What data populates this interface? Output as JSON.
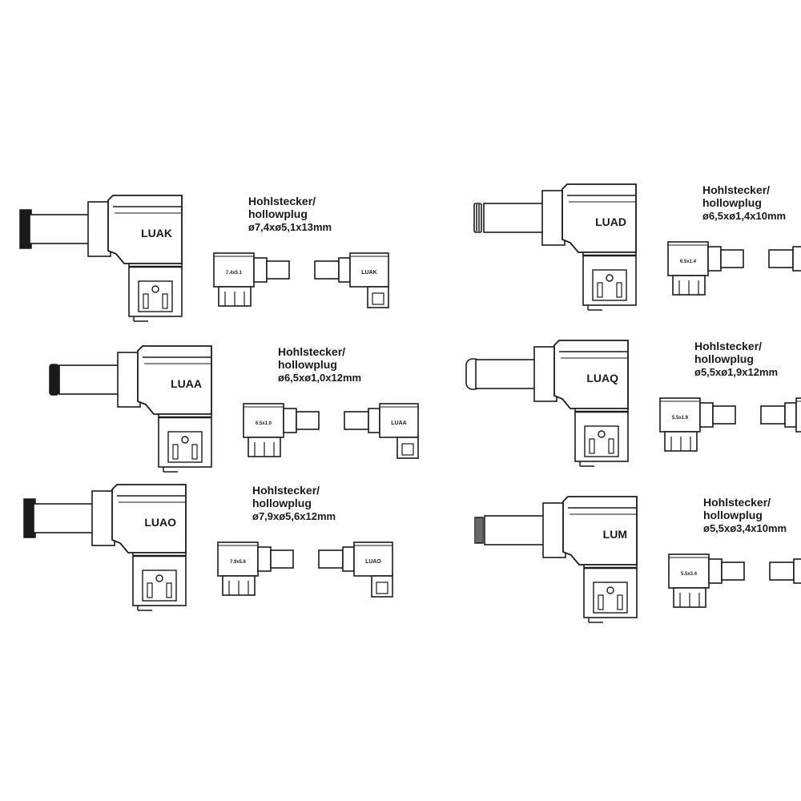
{
  "connectors": [
    {
      "model": "LUAK",
      "line1": "Hohlstecker/",
      "line2": "hollowplug",
      "spec": "ø7,4xø5,1x13mm",
      "side_label": "7.4x5.1",
      "tip": "wide-dark"
    },
    {
      "model": "LUAD",
      "line1": "Hohlstecker/",
      "line2": "hollowplug",
      "spec": "ø6,5xø1,4x10mm",
      "side_label": "6.5x1.4",
      "tip": "narrow-ring"
    },
    {
      "model": "LUAA",
      "line1": "Hohlstecker/",
      "line2": "hollowplug",
      "spec": "ø6,5xø1,0x12mm",
      "side_label": "6.5x1.0",
      "tip": "dark"
    },
    {
      "model": "LUAQ",
      "line1": "Hohlstecker/",
      "line2": "hollowplug",
      "spec": "ø5,5xø1,9x12mm",
      "side_label": "5.5x1.9",
      "tip": "round-light"
    },
    {
      "model": "LUAO",
      "line1": "Hohlstecker/",
      "line2": "hollowplug",
      "spec": "ø7,9xø5,6x12mm",
      "side_label": "7.9x5.6",
      "tip": "wide-dark"
    },
    {
      "model": "LUM",
      "line1": "Hohlstecker/",
      "line2": "hollowplug",
      "spec": "ø5,5xø3,4x10mm",
      "side_label": "5.5x3.4",
      "tip": "striped"
    }
  ]
}
